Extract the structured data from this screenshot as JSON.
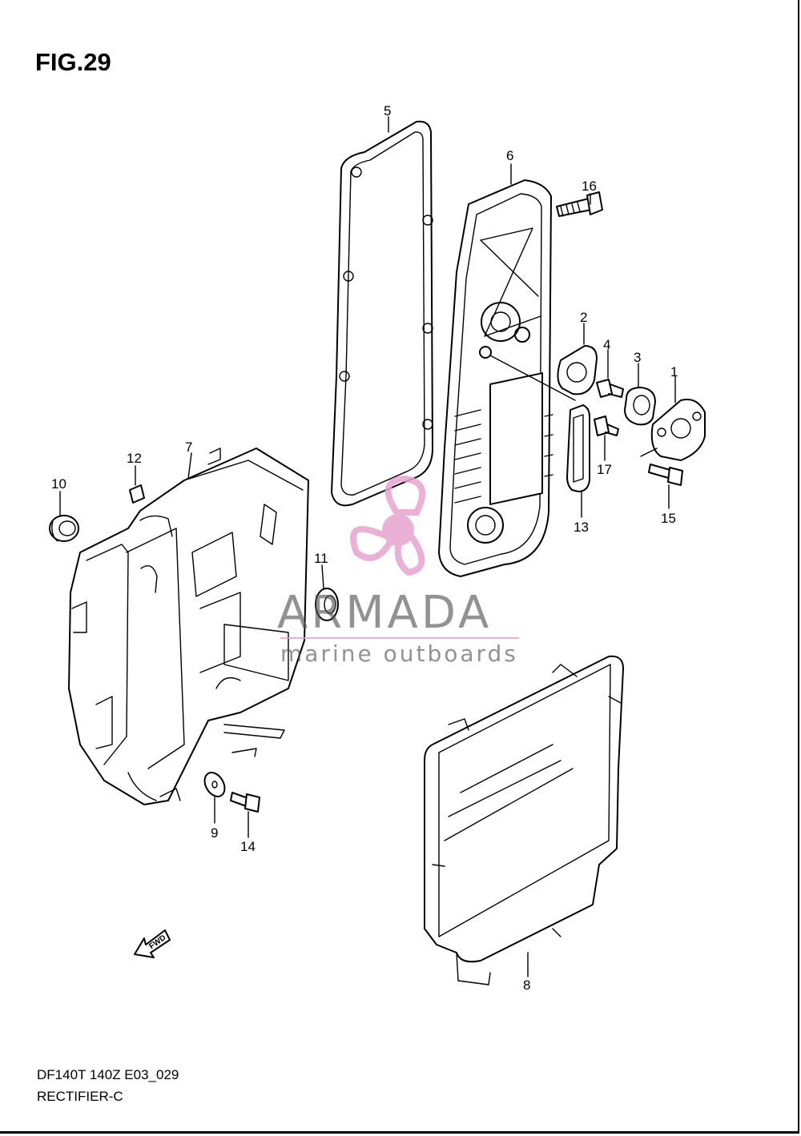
{
  "figure_title": "FIG.29",
  "callouts": [
    {
      "id": "c1",
      "label": "1"
    },
    {
      "id": "c2",
      "label": "2"
    },
    {
      "id": "c3",
      "label": "3"
    },
    {
      "id": "c4",
      "label": "4"
    },
    {
      "id": "c5",
      "label": "5"
    },
    {
      "id": "c6",
      "label": "6"
    },
    {
      "id": "c7",
      "label": "7"
    },
    {
      "id": "c8",
      "label": "8"
    },
    {
      "id": "c9",
      "label": "9"
    },
    {
      "id": "c10",
      "label": "10"
    },
    {
      "id": "c11",
      "label": "11"
    },
    {
      "id": "c12",
      "label": "12"
    },
    {
      "id": "c13",
      "label": "13"
    },
    {
      "id": "c14",
      "label": "14"
    },
    {
      "id": "c15",
      "label": "15"
    },
    {
      "id": "c16",
      "label": "16"
    },
    {
      "id": "c17",
      "label": "17"
    }
  ],
  "fwd_label": "FWD",
  "watermark": {
    "brand": "ARMADA",
    "tagline": "marine outboards",
    "accent_color": "#e7a3cf"
  },
  "footer": {
    "model_code": "DF140T 140Z E03_029",
    "section_name": "RECTIFIER-C"
  }
}
